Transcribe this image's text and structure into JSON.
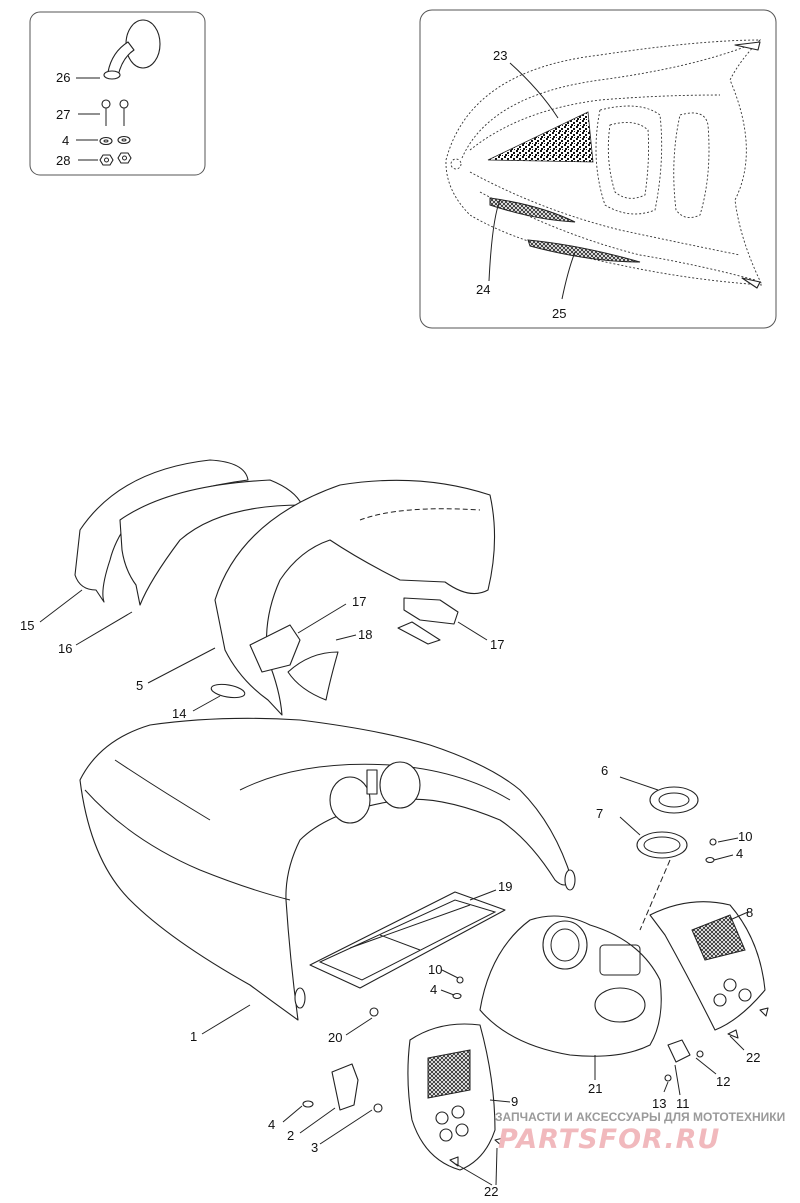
{
  "callouts": {
    "c1": "1",
    "c2": "2",
    "c3": "3",
    "c4a": "4",
    "c4b": "4",
    "c4c": "4",
    "c4d": "4",
    "c5": "5",
    "c6": "6",
    "c7": "7",
    "c8": "8",
    "c9": "9",
    "c10a": "10",
    "c10b": "10",
    "c11": "11",
    "c12": "12",
    "c13": "13",
    "c14": "14",
    "c15": "15",
    "c16": "16",
    "c17a": "17",
    "c17b": "17",
    "c18": "18",
    "c19": "19",
    "c20": "20",
    "c21": "21",
    "c22a": "22",
    "c22b": "22",
    "c23": "23",
    "c24": "24",
    "c25": "25",
    "c26": "26",
    "c27": "27",
    "c28": "28"
  },
  "watermark": {
    "tagline": "ЗАПЧАСТИ И АКСЕССУАРЫ ДЛЯ МОТОТЕХНИКИ",
    "logo": "PARTSFOR.RU"
  },
  "colors": {
    "line": "#222222",
    "watermark_logo": "#f1b9bd",
    "watermark_tagline": "#9a9a9a"
  }
}
